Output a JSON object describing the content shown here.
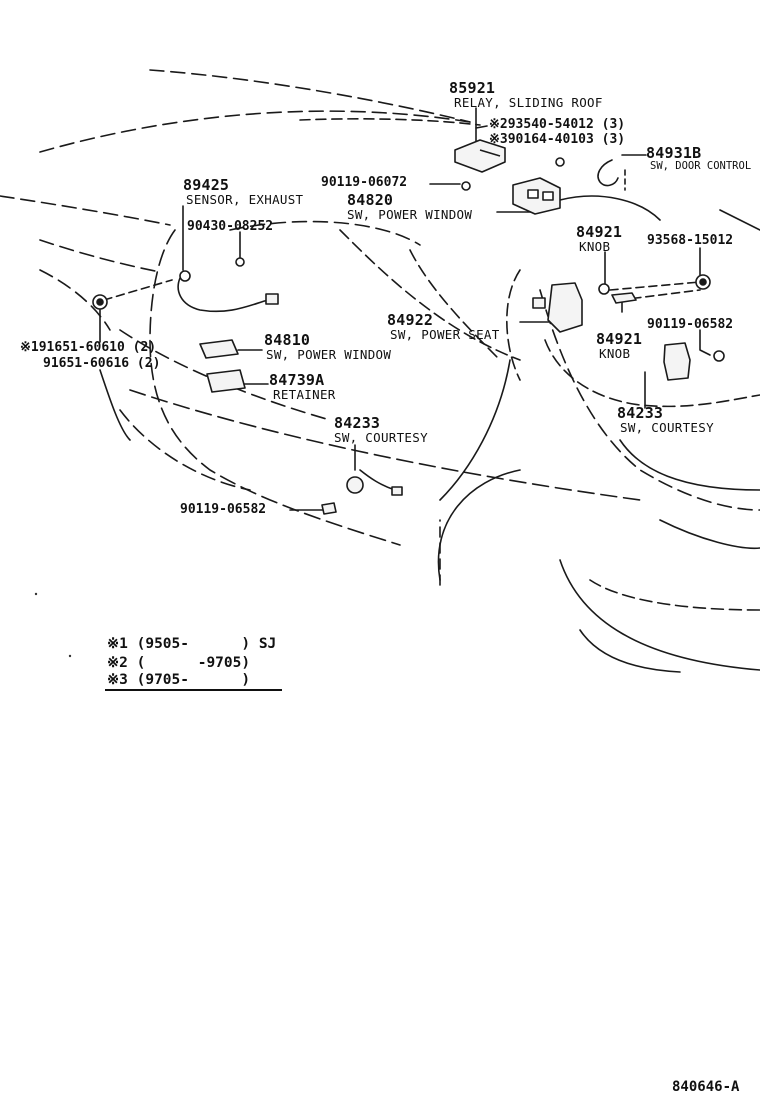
{
  "parts": {
    "p85921": {
      "number": "85921",
      "name": "RELAY, SLIDING ROOF"
    },
    "p293540": {
      "number": "※293540-54012 (3)"
    },
    "p390164": {
      "number": "※390164-40103 (3)"
    },
    "p84931b": {
      "number": "84931B",
      "name": "SW, DOOR CONTROL"
    },
    "p90119a": {
      "number": "90119-06072"
    },
    "p89425": {
      "number": "89425",
      "name": "SENSOR, EXHAUST"
    },
    "p84820": {
      "number": "84820",
      "name": "SW, POWER WINDOW"
    },
    "p90430": {
      "number": "90430-08252"
    },
    "p84921a": {
      "number": "84921",
      "name": "KNOB"
    },
    "p93568": {
      "number": "93568-15012"
    },
    "p84922": {
      "number": "84922",
      "name": "SW, POWER SEAT"
    },
    "p84921b": {
      "number": "84921",
      "name": "KNOB"
    },
    "p90119b": {
      "number": "90119-06582"
    },
    "p191651": {
      "number": "※191651-60610 (2)"
    },
    "p91651": {
      "number": "91651-60616 (2)"
    },
    "p84810": {
      "number": "84810",
      "name": "SW, POWER WINDOW"
    },
    "p84739a": {
      "number": "84739A",
      "name": "RETAINER"
    },
    "p84233a": {
      "number": "84233",
      "name": "SW, COURTESY"
    },
    "p84233b": {
      "number": "84233",
      "name": "SW, COURTESY"
    },
    "p90119c": {
      "number": "90119-06582"
    }
  },
  "notes": {
    "n1": "※1 (9505-      ) SJ",
    "n2": "※2 (      -9705)",
    "n3": "※3 (9705-      )"
  },
  "diagram_code": "840646-A"
}
